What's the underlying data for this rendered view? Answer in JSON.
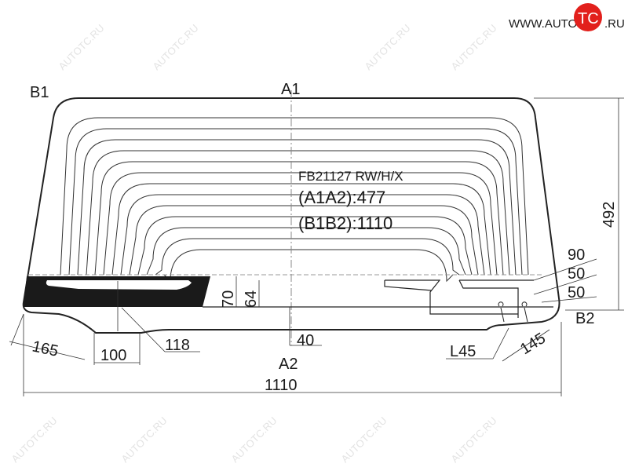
{
  "logo": {
    "prefix": "WWW.AUTO",
    "mark": "TC",
    "suffix": ".RU",
    "accent": "#e2201c"
  },
  "watermark": "AUTOTC.RU",
  "part": {
    "code": "FB21127 RW/H/X",
    "a1a2": "(A1A2):477",
    "b1b2": "(B1B2):1110"
  },
  "points": {
    "a1": "A1",
    "a2": "A2",
    "b1": "B1",
    "b2": "B2"
  },
  "dimensions": {
    "height": "492",
    "width": "1110",
    "d165": "165",
    "d100": "100",
    "d118": "118",
    "d70": "70",
    "d64": "64",
    "d40": "40",
    "d90": "90",
    "d50a": "50",
    "d50b": "50",
    "l45": "L45",
    "d145": "145"
  }
}
